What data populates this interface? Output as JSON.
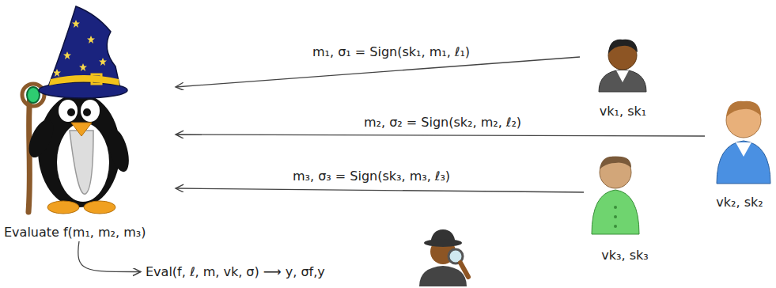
{
  "diagram": {
    "nodes": [
      {
        "text": [
          "Evaluate f(m₁, m₂, m₃)"
        ]
      },
      {
        "text": [
          "vk₁, sk₁"
        ]
      },
      {
        "text": [
          "vk₂, sk₂"
        ]
      },
      {
        "text": [
          "vk₃, sk₃"
        ]
      },
      {
        "text": [
          "Eval(f, ℓ, m, vk, σ) ⟶ y, σf,y"
        ]
      }
    ],
    "edges": [
      {
        "from": 1,
        "to": 0,
        "arrow": "to",
        "label": "m₁, σ₁ = Sign(sk₁, m₁, ℓ₁)"
      },
      {
        "from": 2,
        "to": 0,
        "arrow": "to",
        "label": "m₂, σ₂ = Sign(sk₂, m₂, ℓ₂)"
      },
      {
        "from": 3,
        "to": 0,
        "arrow": "to",
        "label": "m₃, σ₃ = Sign(sk₃, m₃, ℓ₃)"
      },
      {
        "from": 0,
        "to": 4,
        "arrow": "to"
      }
    ]
  }
}
